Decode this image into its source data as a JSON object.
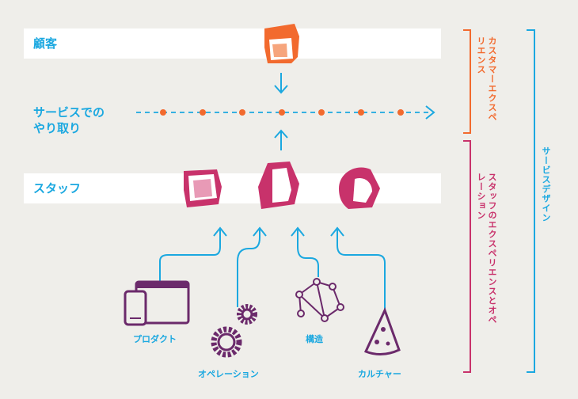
{
  "rows": {
    "customer": "顧客",
    "interaction": "サービスでの\nやり取り",
    "staff": "スタッフ"
  },
  "brackets": {
    "customer_experience": "カスタマーエクスペリエンス",
    "staff_experience": "スタッフのエクスペリエンスとオペレーション",
    "service_design": "サービスデザイン"
  },
  "elements": {
    "product": "プロダクト",
    "operation": "オペレーション",
    "structure": "構造",
    "culture": "カルチャー"
  },
  "colors": {
    "blue": "#1ba8e0",
    "orange": "#f26a2e",
    "magenta": "#c8326b",
    "purple": "#6b2a6b"
  }
}
